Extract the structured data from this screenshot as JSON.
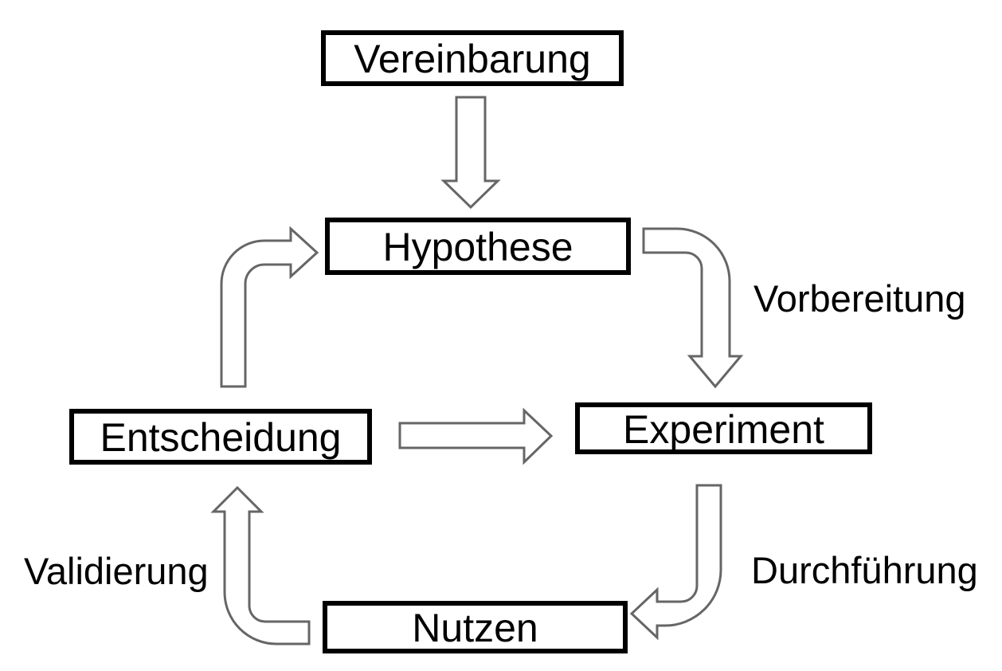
{
  "diagram": {
    "nodes": {
      "vereinbarung": "Vereinbarung",
      "hypothese": "Hypothese",
      "experiment": "Experiment",
      "entscheidung": "Entscheidung",
      "nutzen": "Nutzen"
    },
    "edge_labels": {
      "vorbereitung": "Vorbereitung",
      "durchfuehrung": "Durchführung",
      "validierung": "Validierung"
    },
    "edges": [
      {
        "from": "Vereinbarung",
        "to": "Hypothese",
        "label": ""
      },
      {
        "from": "Hypothese",
        "to": "Experiment",
        "label": "Vorbereitung"
      },
      {
        "from": "Entscheidung",
        "to": "Experiment",
        "label": ""
      },
      {
        "from": "Experiment",
        "to": "Nutzen",
        "label": "Durchführung"
      },
      {
        "from": "Nutzen",
        "to": "Entscheidung",
        "label": "Validierung"
      },
      {
        "from": "Entscheidung",
        "to": "Hypothese",
        "label": ""
      }
    ],
    "colors": {
      "background": "#ffffff",
      "node_border": "#000000",
      "node_fill": "#ffffff",
      "node_text": "#000000",
      "arrow_outline": "#666666",
      "arrow_fill": "#ffffff"
    }
  }
}
